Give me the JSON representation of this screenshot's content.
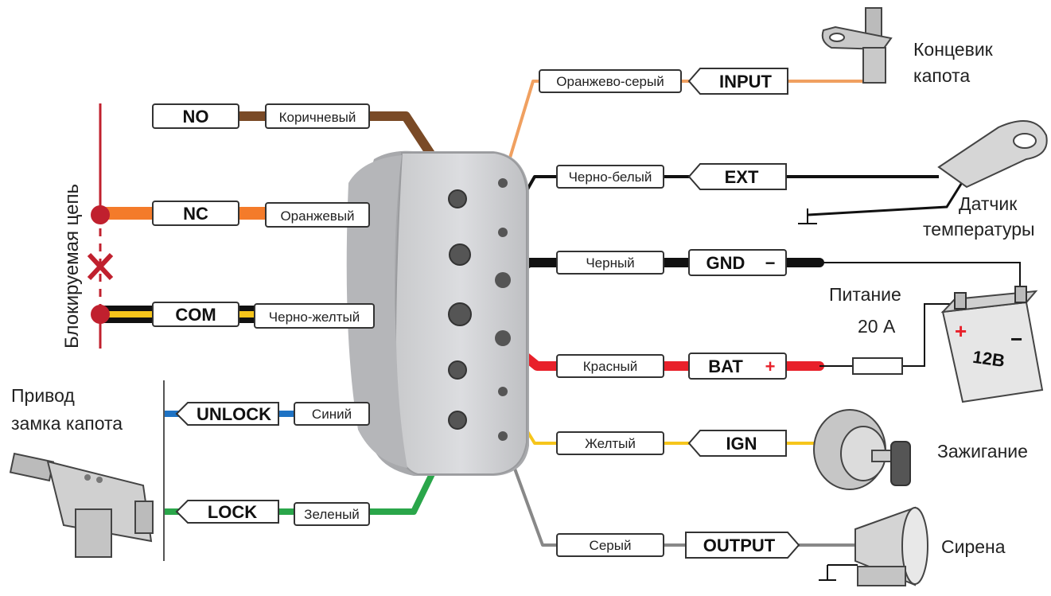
{
  "pins_left": {
    "no": {
      "pin": "NO",
      "wire": "Коричневый",
      "color": "#7a4a26"
    },
    "nc": {
      "pin": "NC",
      "wire": "Оранжевый",
      "color": "#f47b2a"
    },
    "com": {
      "pin": "COM",
      "wire": "Черно-желтый",
      "color": "#111111",
      "stripe": "#f6c51b"
    },
    "unlock": {
      "pin": "UNLOCK",
      "wire": "Синий",
      "color": "#1f73c4"
    },
    "lock": {
      "pin": "LOCK",
      "wire": "Зеленый",
      "color": "#2aa64a"
    }
  },
  "pins_right": {
    "input": {
      "pin": "INPUT",
      "wire": "Оранжево-серый",
      "color": "#f0a060"
    },
    "ext": {
      "pin": "EXT",
      "wire": "Черно-белый",
      "color": "#111111"
    },
    "gnd": {
      "pin": "GND",
      "sign": "−",
      "wire": "Черный",
      "color": "#111111"
    },
    "bat": {
      "pin": "BAT",
      "sign": "+",
      "wire": "Красный",
      "color": "#e8202a"
    },
    "ign": {
      "pin": "IGN",
      "wire": "Желтый",
      "color": "#f6c51b"
    },
    "output": {
      "pin": "OUTPUT",
      "wire": "Серый",
      "color": "#888888"
    }
  },
  "devices": {
    "hood_switch": {
      "line1": "Концевик",
      "line2": "капота"
    },
    "temp_sensor": {
      "line1": "Датчик",
      "line2": "температуры"
    },
    "power": {
      "label": "Питание",
      "fuse": "20 А"
    },
    "battery": {
      "plus": "+",
      "minus": "−",
      "voltage": "12В"
    },
    "ignition": {
      "label": "Зажигание"
    },
    "siren": {
      "label": "Сирена"
    },
    "hood_lock": {
      "line1": "Привод",
      "line2": "замка капота"
    }
  },
  "blocked_circuit": {
    "label": "Блокируемая цепь",
    "mark_color": "#c0202e"
  }
}
